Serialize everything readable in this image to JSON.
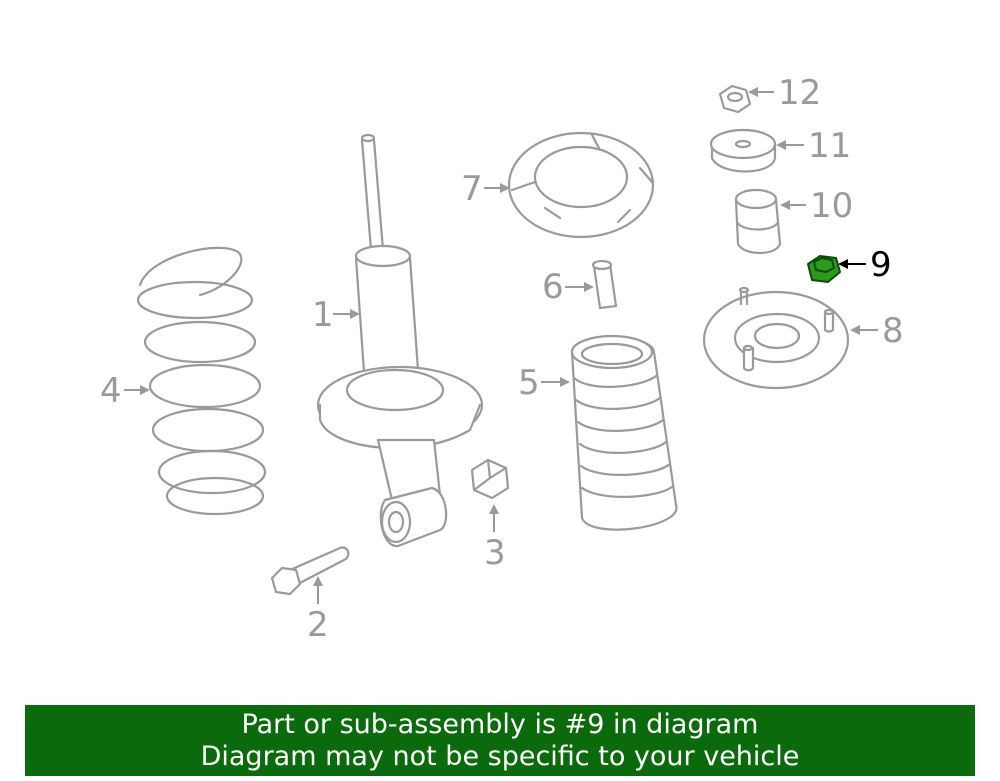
{
  "callouts": {
    "c1": "1",
    "c2": "2",
    "c3": "3",
    "c4": "4",
    "c5": "5",
    "c6": "6",
    "c7": "7",
    "c8": "8",
    "c9": "9",
    "c10": "10",
    "c11": "11",
    "c12": "12"
  },
  "highlighted_part": "9",
  "colors": {
    "banner_bg": "#0b6a0b",
    "highlight": "#2e9a1c",
    "part_stroke": "#9a9a9a"
  },
  "banner": {
    "line1": "Part or sub-assembly is #9 in diagram",
    "line2": "Diagram may not be specific to your vehicle"
  }
}
